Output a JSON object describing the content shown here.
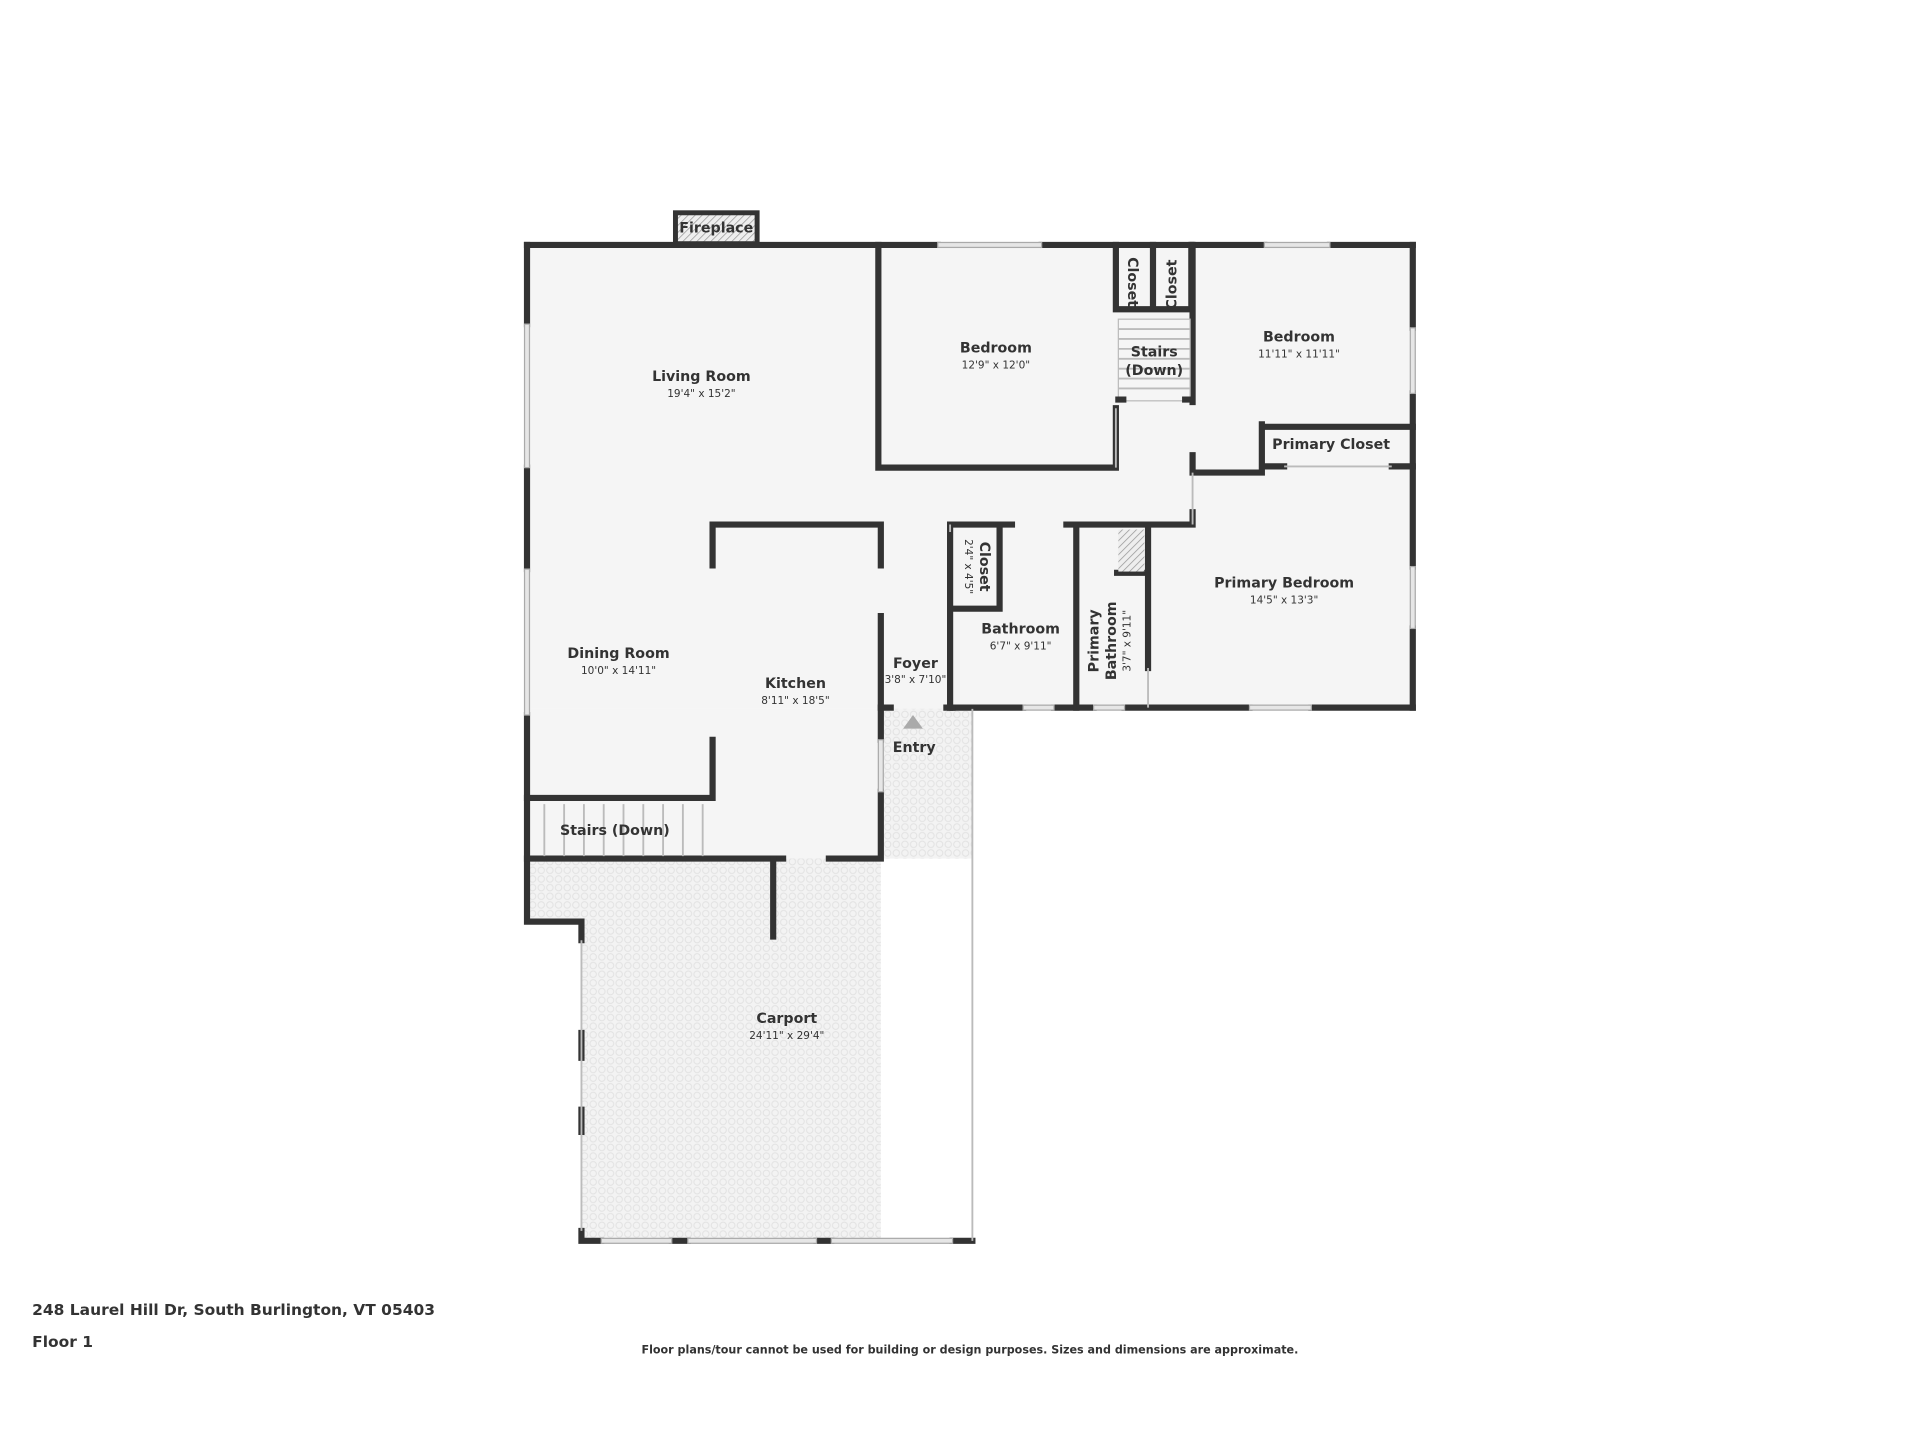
{
  "rooms": {
    "fireplace": {
      "name": "Fireplace"
    },
    "living_room": {
      "name": "Living Room",
      "dims": "19'4\" x 15'2\""
    },
    "bedroom_1": {
      "name": "Bedroom",
      "dims": "12'9\" x 12'0\""
    },
    "closet_1": {
      "name": "Closet"
    },
    "closet_2": {
      "name": "Closet"
    },
    "stairs_up": {
      "name": "Stairs",
      "name2": "(Down)"
    },
    "bedroom_2": {
      "name": "Bedroom",
      "dims": "11'11\" x 11'11\""
    },
    "primary_closet": {
      "name": "Primary Closet"
    },
    "primary_bedroom": {
      "name": "Primary Bedroom",
      "dims": "14'5\" x 13'3\""
    },
    "hall_closet": {
      "name": "Closet",
      "dims": "2'4\" x 4'5\""
    },
    "bathroom": {
      "name": "Bathroom",
      "dims": "6'7\" x 9'11\""
    },
    "primary_bathroom": {
      "name": "Primary",
      "name2": "Bathroom",
      "dims": "3'7\" x 9'11\""
    },
    "foyer": {
      "name": "Foyer",
      "dims": "3'8\" x 7'10\""
    },
    "entry": {
      "name": "Entry"
    },
    "dining_room": {
      "name": "Dining Room",
      "dims": "10'0\" x 14'11\""
    },
    "kitchen": {
      "name": "Kitchen",
      "dims": "8'11\" x 18'5\""
    },
    "stairs_down": {
      "name": "Stairs (Down)"
    },
    "carport": {
      "name": "Carport",
      "dims": "24'11\" x 29'4\""
    }
  },
  "footer": {
    "address": "248 Laurel Hill Dr, South Burlington, VT 05403",
    "floor": "Floor 1",
    "disclaimer": "Floor plans/tour cannot be used for building or design purposes. Sizes and dimensions are approximate."
  },
  "colors": {
    "wall": "#333333",
    "floor": "#f5f5f5",
    "background": "#ffffff"
  }
}
